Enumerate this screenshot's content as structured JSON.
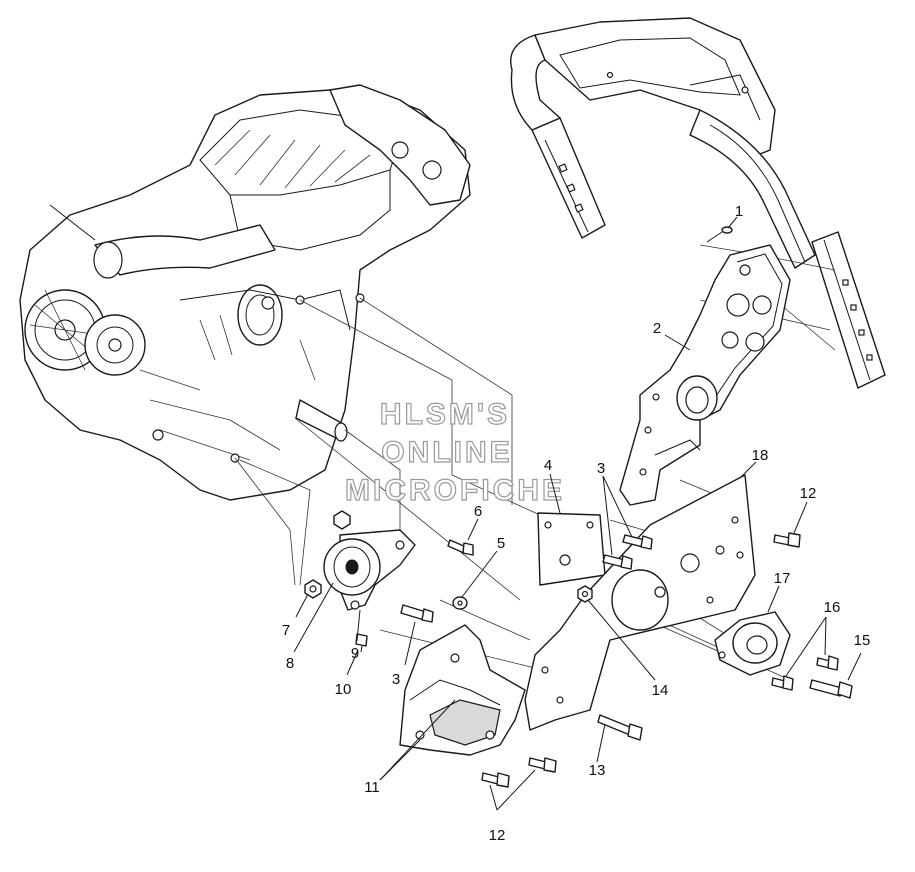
{
  "watermark": {
    "line1": "HLSM'S",
    "line2": "ONLINE",
    "line3": "MICROFICHE"
  },
  "callouts": [
    {
      "id": "c1",
      "label": "1"
    },
    {
      "id": "c2",
      "label": "2"
    },
    {
      "id": "c3a",
      "label": "3"
    },
    {
      "id": "c3b",
      "label": "3"
    },
    {
      "id": "c4",
      "label": "4"
    },
    {
      "id": "c5",
      "label": "5"
    },
    {
      "id": "c6",
      "label": "6"
    },
    {
      "id": "c7",
      "label": "7"
    },
    {
      "id": "c8",
      "label": "8"
    },
    {
      "id": "c9",
      "label": "9"
    },
    {
      "id": "c10",
      "label": "10"
    },
    {
      "id": "c11",
      "label": "11"
    },
    {
      "id": "c12a",
      "label": "12"
    },
    {
      "id": "c12b",
      "label": "12"
    },
    {
      "id": "c13",
      "label": "13"
    },
    {
      "id": "c14",
      "label": "14"
    },
    {
      "id": "c15",
      "label": "15"
    },
    {
      "id": "c16",
      "label": "16"
    },
    {
      "id": "c17",
      "label": "17"
    },
    {
      "id": "c18",
      "label": "18"
    }
  ],
  "colors": {
    "line": "#1a1a1a",
    "background": "#ffffff",
    "watermark_outline": "#9a9a9a"
  }
}
